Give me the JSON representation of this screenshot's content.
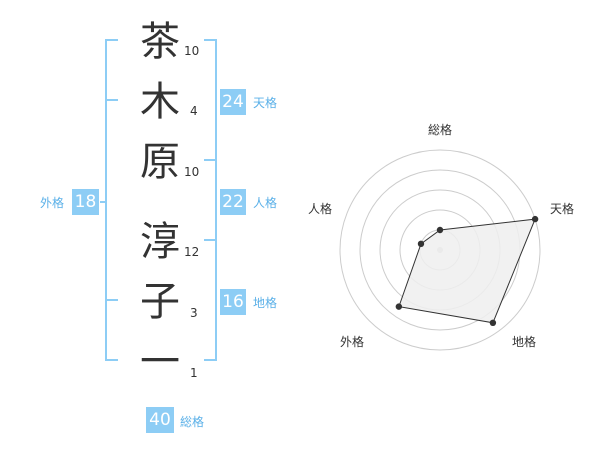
{
  "colors": {
    "accent": "#8dcdf5",
    "label": "#5ab0e8",
    "text": "#333333",
    "fill": "#eeeeee",
    "ring": "#cccccc"
  },
  "name": {
    "chars": [
      "茶",
      "木",
      "原",
      "淳",
      "子",
      "一"
    ],
    "strokes": [
      "10",
      "4",
      "10",
      "12",
      "3",
      "1"
    ]
  },
  "kaku": {
    "tenkaku": {
      "value": "24",
      "label": "天格"
    },
    "jinkaku": {
      "value": "22",
      "label": "人格"
    },
    "chikaku": {
      "value": "16",
      "label": "地格"
    },
    "gaikaku": {
      "value": "18",
      "label": "外格"
    },
    "soukaku": {
      "value": "40",
      "label": "総格"
    }
  },
  "radar": {
    "labels": {
      "top": "総格",
      "right": "天格",
      "bottom_right": "地格",
      "bottom_left": "外格",
      "left": "人格"
    },
    "values": {
      "top": 0.2,
      "right": 1.0,
      "bottom_right": 0.9,
      "bottom_left": 0.7,
      "left": 0.2
    }
  }
}
